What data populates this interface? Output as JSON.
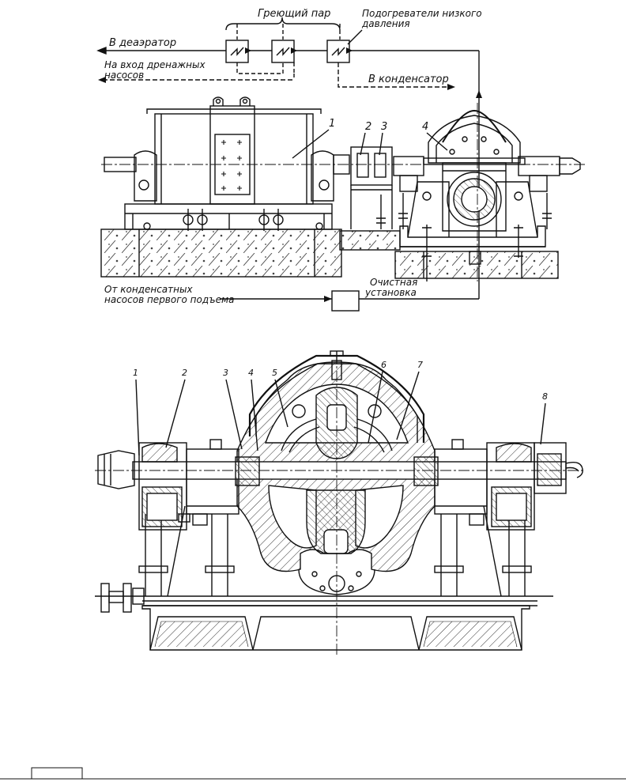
{
  "top_labels": {
    "steam": "Греющий пар",
    "heaters_l1": "Подогреватели низкого",
    "heaters_l2": "давления",
    "deaerator": "В деаэратор",
    "drain_l1": "На вход дренажных",
    "drain_l2": "насосов",
    "condenser": "В конденсатор",
    "from_l1": "От конденсатных",
    "from_l2": "насосов первого подъема",
    "clean_l1": "Очистная",
    "clean_l2": "установка"
  },
  "top_callouts": [
    "1",
    "2",
    "3",
    "4"
  ],
  "bottom_callouts": [
    "1",
    "2",
    "3",
    "4",
    "5",
    "6",
    "7",
    "8"
  ]
}
